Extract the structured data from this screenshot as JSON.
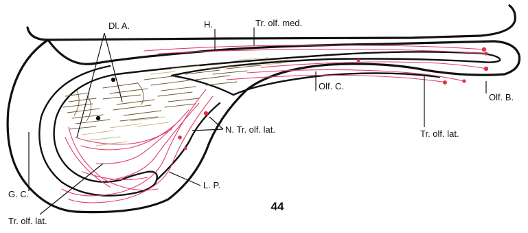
{
  "figure": {
    "number": "44",
    "colors": {
      "outline": "#111111",
      "fibers": "#e04070",
      "cells": "#e0304a",
      "hatching": "#6b5a32"
    },
    "labels": {
      "dl_a": "Dl. A.",
      "h": "H.",
      "tr_olf_med": "Tr. olf. med.",
      "olf_c": "Olf. C.",
      "olf_b": "Olf. B.",
      "n_tr_olf_lat": "N. Tr. olf. lat.",
      "tr_olf_lat_right": "Tr. olf. lat.",
      "l_p": "L. P.",
      "g_c": "G. C.",
      "tr_olf_lat_left": "Tr. olf. lat."
    }
  }
}
